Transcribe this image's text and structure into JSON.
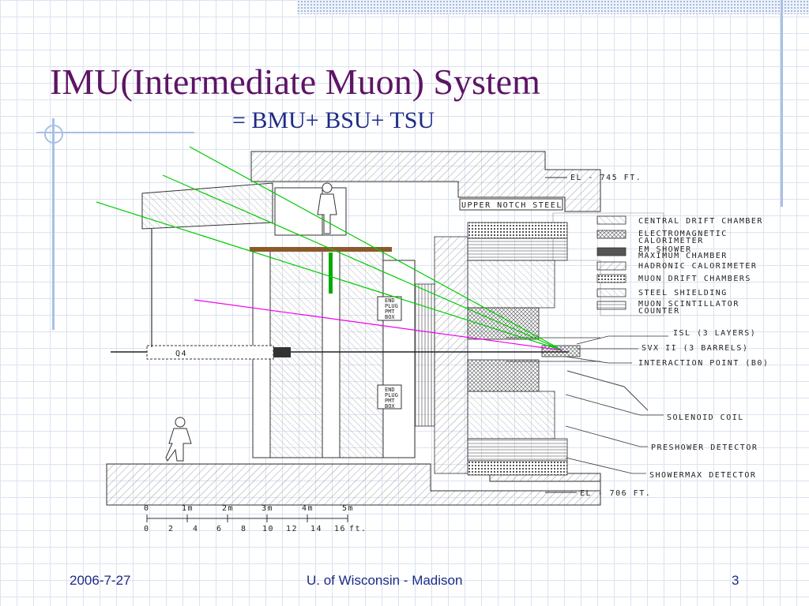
{
  "slide": {
    "title": "IMU(Intermediate Muon) System",
    "subtitle": "= BMU+ BSU+ TSU"
  },
  "diagram": {
    "elevation_top": "EL - 745 FT.",
    "elevation_bottom": "EL - 706 FT.",
    "upper_notch": "UPPER NOTCH STEEL",
    "legend": [
      {
        "line1": "CENTRAL DRIFT CHAMBER",
        "line2": ""
      },
      {
        "line1": "ELECTROMAGNETIC",
        "line2": "CALORIMETER"
      },
      {
        "line1": "EM SHOWER",
        "line2": "MAXIMUM CHAMBER"
      },
      {
        "line1": "HADRONIC CALORIMETER",
        "line2": ""
      },
      {
        "line1": "MUON DRIFT CHAMBERS",
        "line2": ""
      },
      {
        "line1": "STEEL SHIELDING",
        "line2": ""
      },
      {
        "line1": "MUON SCINTILLATOR",
        "line2": "COUNTER"
      }
    ],
    "callouts": {
      "isl": "ISL (3 LAYERS)",
      "svx": "SVX II (3 BARRELS)",
      "ip": "INTERACTION POINT (B0)",
      "solenoid": "SOLENOID COIL",
      "preshower": "PRESHOWER DETECTOR",
      "showermax": "SHOWERMAX DETECTOR"
    },
    "plug_box_upper": [
      "END",
      "PLUG",
      "PMT",
      "BOX"
    ],
    "plug_box_lower": [
      "END",
      "PLUG",
      "PMT",
      "BOX"
    ],
    "quad_label": "Q4",
    "scale_m": [
      "0",
      "1m",
      "2m",
      "3m",
      "4m",
      "5m"
    ],
    "scale_ft": [
      "0",
      "2",
      "4",
      "6",
      "8",
      "10",
      "12",
      "14",
      "16",
      "ft."
    ],
    "colors": {
      "ray_green": "#00cc00",
      "ray_magenta": "#ee00ee",
      "tsu_bar": "#8b5a2b"
    }
  },
  "footer": {
    "date": "2006-7-27",
    "institution": "U. of Wisconsin - Madison",
    "page": "3"
  }
}
